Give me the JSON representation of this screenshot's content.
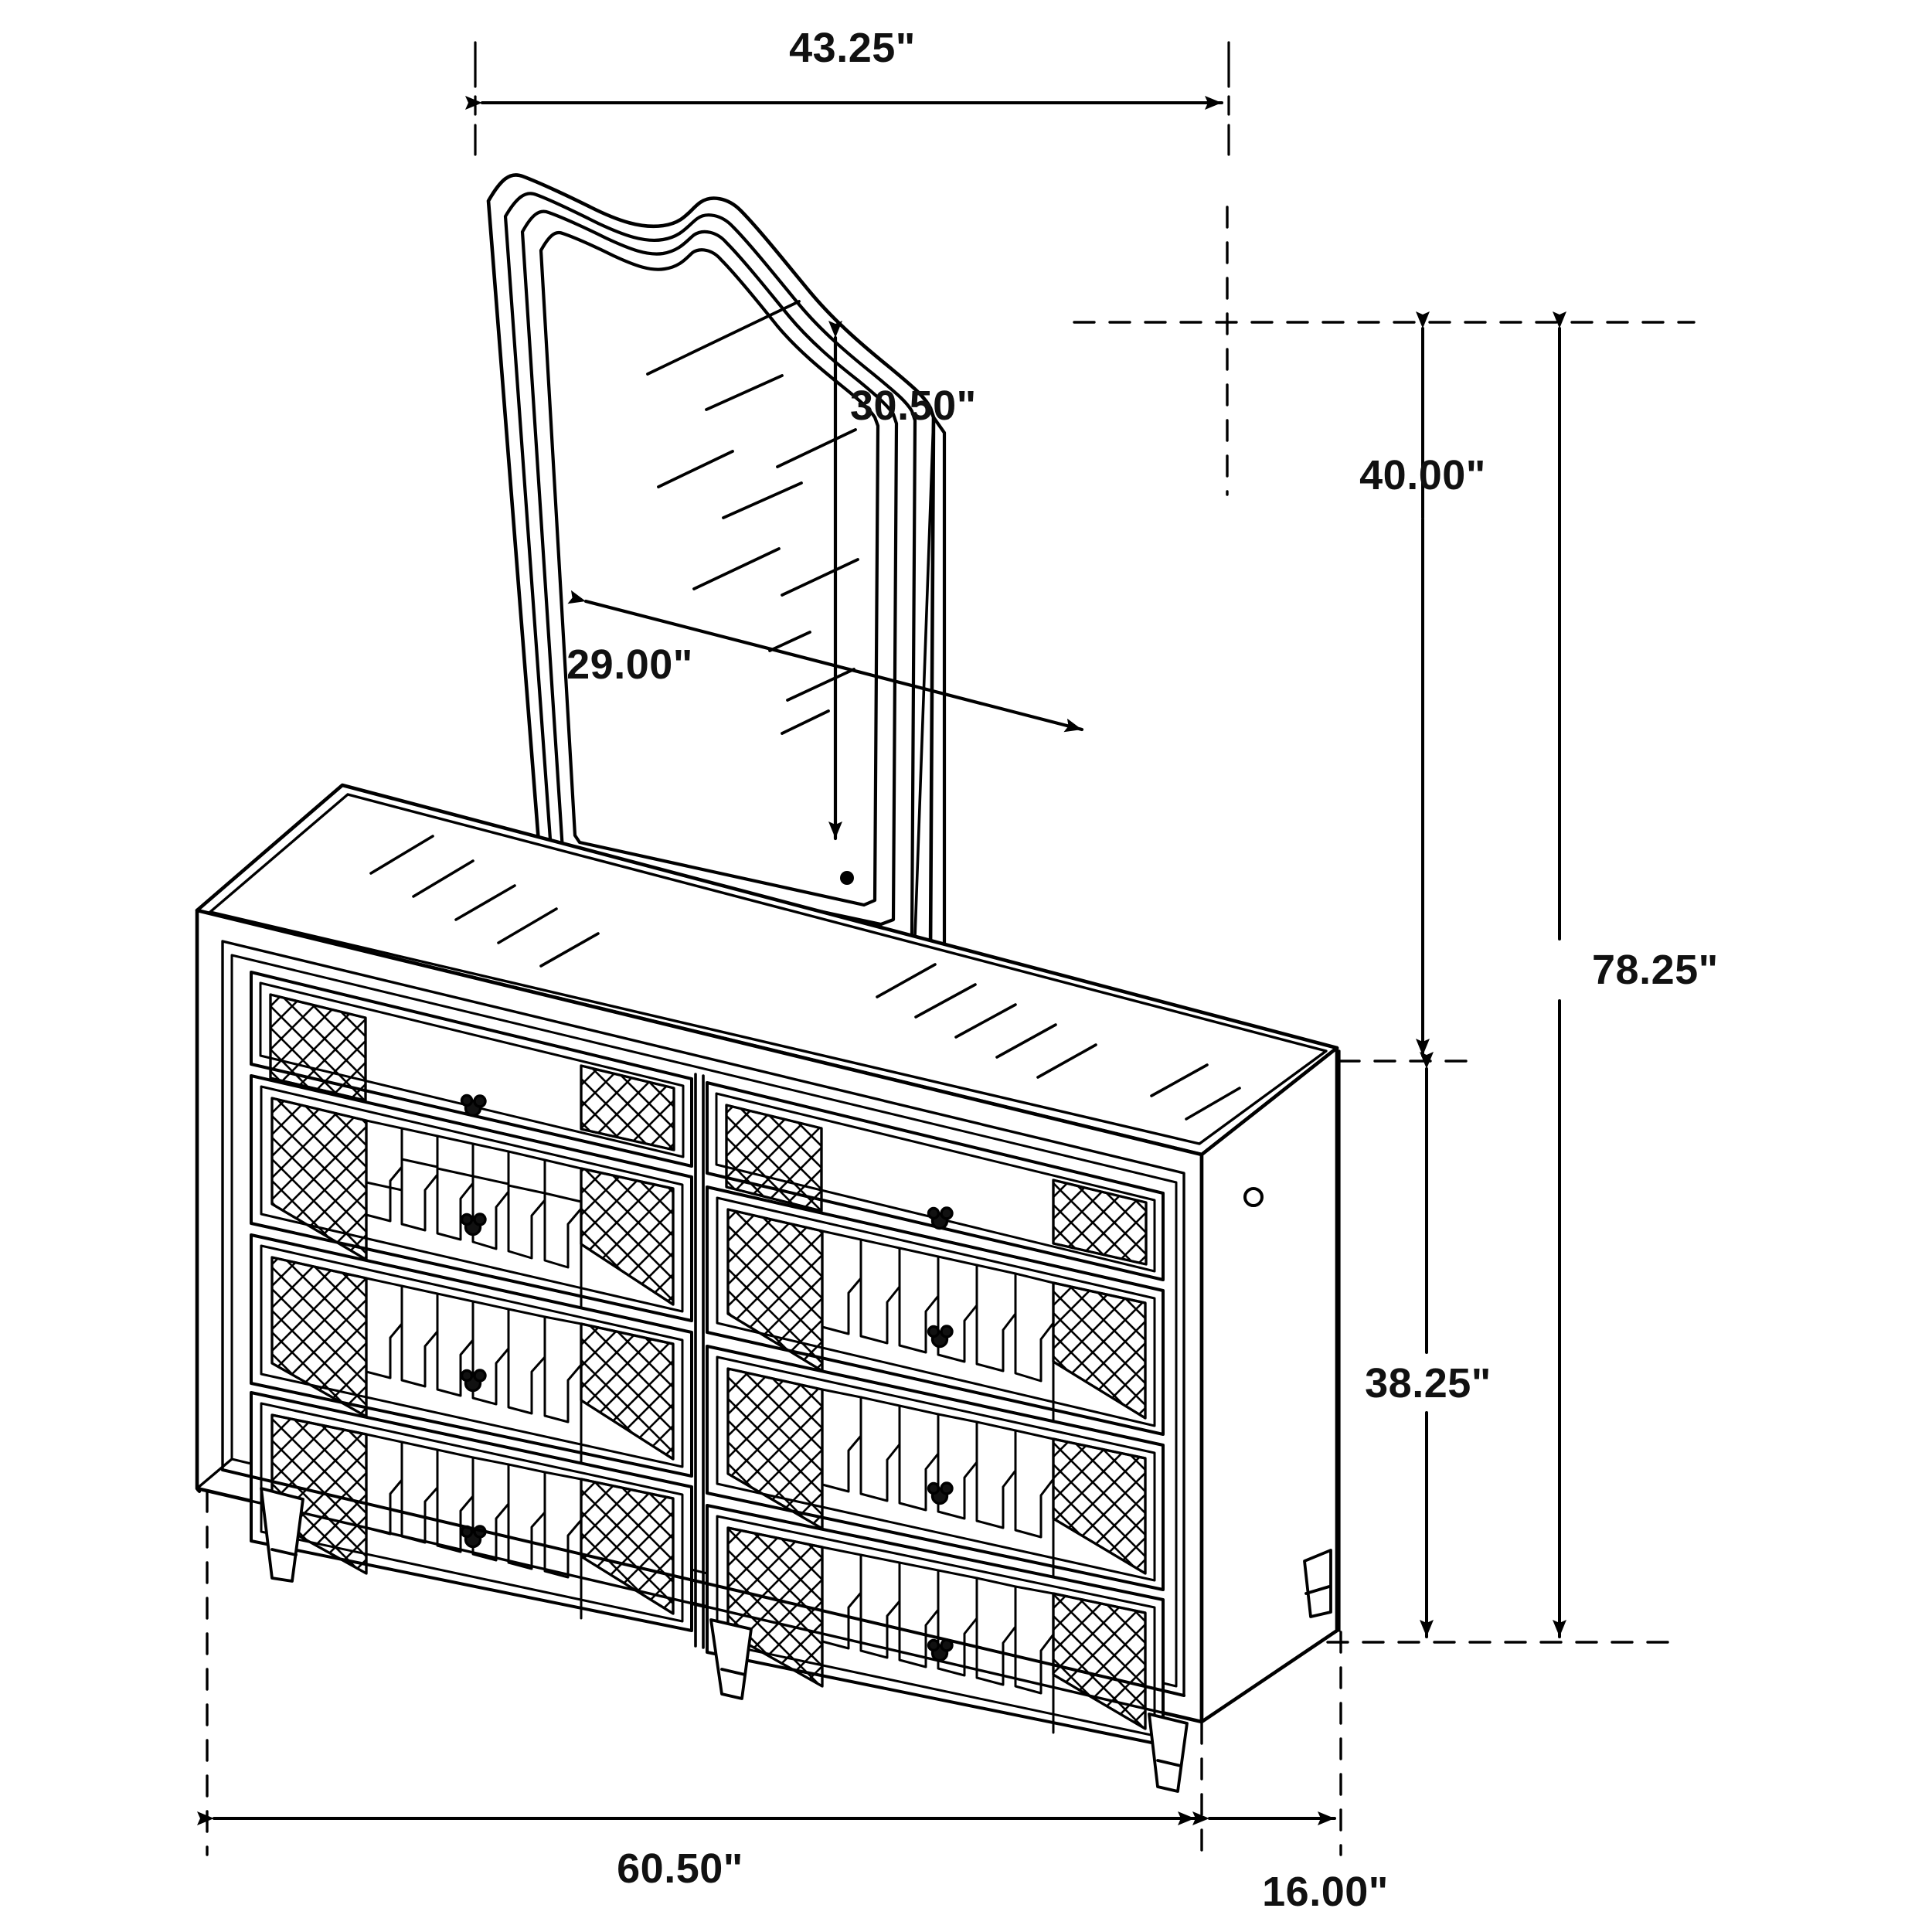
{
  "drawing": {
    "kind": "furniture-dimension-drawing",
    "subject": "dresser-with-mirror",
    "units": "inches",
    "line_color": "#000000",
    "background_color": "#ffffff",
    "text_color": "#111111"
  },
  "dimensions": {
    "mirror_frame_width": "43.25\"",
    "mirror_glass_height": "30.50\"",
    "mirror_glass_width": "29.00\"",
    "mirror_offset_height": "40.00\"",
    "overall_height": "78.25\"",
    "dresser_height": "38.25\"",
    "dresser_width": "60.50\"",
    "dresser_depth": "16.00\""
  },
  "labels": [
    {
      "id": "mirror-width",
      "value": "43.25\"",
      "orientation": "horizontal"
    },
    {
      "id": "mirror-glass-height",
      "value": "30.50\"",
      "orientation": "vertical"
    },
    {
      "id": "mirror-glass-width",
      "value": "29.00\"",
      "orientation": "diagonal"
    },
    {
      "id": "mirror-height-above-dresser",
      "value": "40.00\"",
      "orientation": "vertical"
    },
    {
      "id": "overall-height",
      "value": "78.25\"",
      "orientation": "vertical"
    },
    {
      "id": "dresser-height",
      "value": "38.25\"",
      "orientation": "vertical"
    },
    {
      "id": "dresser-width",
      "value": "60.50\"",
      "orientation": "horizontal"
    },
    {
      "id": "dresser-depth",
      "value": "16.00\"",
      "orientation": "horizontal"
    }
  ],
  "product": {
    "mirror": {
      "frame_profile_lines": 4,
      "top_edge": "scalloped-camelback",
      "glass_highlight_streaks": 9,
      "center_dot": true
    },
    "dresser": {
      "drawer_columns": 2,
      "drawers_per_column": 4,
      "total_drawers": 8,
      "knobs_per_drawer": 1,
      "panel_inserts": "diamond-lattice-mesh",
      "center_motif": "mirrored-hourglass-panel",
      "legs": 4,
      "leg_style": "tapered-round",
      "top_surface_streaks": 12,
      "side_hole": true
    }
  }
}
